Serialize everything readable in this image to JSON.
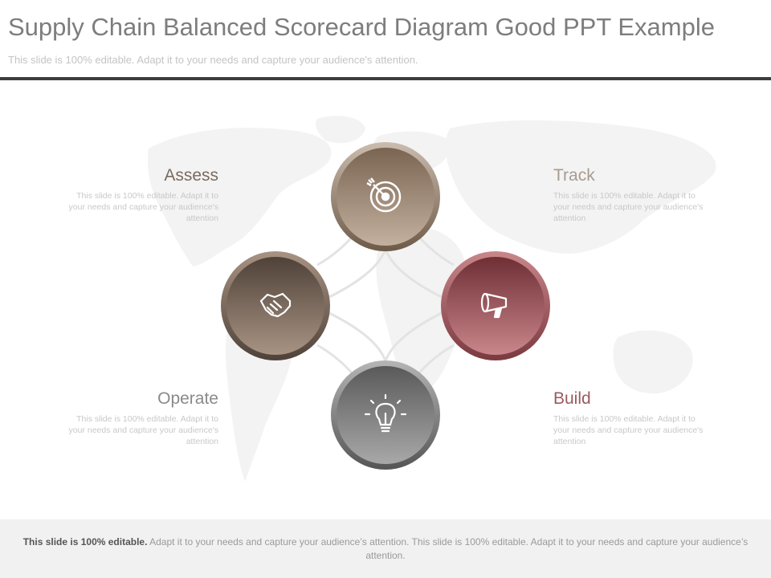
{
  "slide": {
    "title": "Supply Chain Balanced Scorecard Diagram Good PPT Example",
    "subtitle": "This slide is 100% editable. Adapt it to your needs and capture your audience's attention."
  },
  "nodes": [
    {
      "id": "top",
      "icon": "target-icon",
      "color": "#8b7664"
    },
    {
      "id": "left",
      "icon": "handshake-icon",
      "color": "#6e5f55"
    },
    {
      "id": "right",
      "icon": "megaphone-icon",
      "color": "#964c52"
    },
    {
      "id": "bottom",
      "icon": "lightbulb-icon",
      "color": "#6a6a6a"
    }
  ],
  "labels": {
    "assess": {
      "title": "Assess",
      "text": "This slide is 100% editable. Adapt it to your needs and capture your audience's attention",
      "color": "#7a6a5e"
    },
    "track": {
      "title": "Track",
      "text": "This slide is 100% editable. Adapt it to your needs and capture your audience's attention",
      "color": "#a79b90"
    },
    "operate": {
      "title": "Operate",
      "text": "This slide is 100% editable. Adapt it to your needs and capture your audience's attention",
      "color": "#8a8a8a"
    },
    "build": {
      "title": "Build",
      "text": "This slide is 100% editable. Adapt it to your needs and capture your audience's attention",
      "color": "#9b5a5f"
    }
  },
  "footer": {
    "bold": "This slide is 100% editable.",
    "text": " Adapt it to your needs and capture your audience’s attention. This slide is 100% editable. Adapt it to your needs and capture your audience’s attention."
  }
}
